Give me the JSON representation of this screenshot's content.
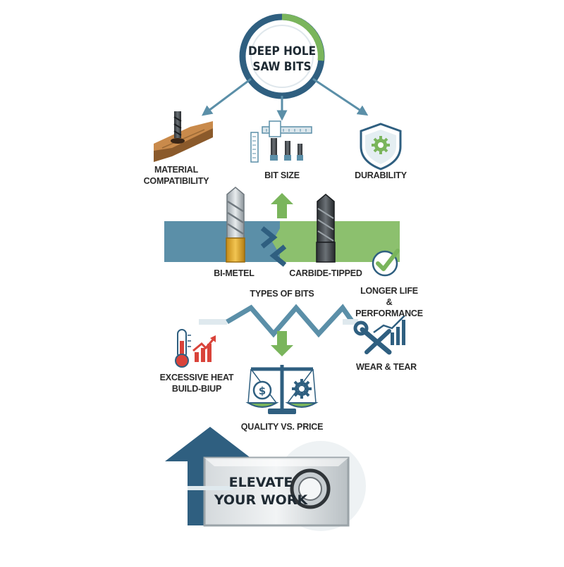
{
  "title": "DEEP HOLE\nSAW BITS",
  "factors": {
    "material": "MATERIAL\nCOMPATIBILITY",
    "size": "BIT SIZE",
    "durability": "DURABILITY"
  },
  "bit_types": {
    "bimetal": "BI-METEL",
    "carbide": "CARBIDE-TIPPED",
    "heading": "TYPES OF BITS"
  },
  "outcomes": {
    "longer_life": "LONGER LIFE\n& PERFORMANCE",
    "heat": "EXCESSIVE HEAT\nBUILD-BIUP",
    "wear": "WEAR & TEAR",
    "quality_price": "QUALITY VS. PRICE"
  },
  "cta": "ELEVATE\nYOUR WORK",
  "colors": {
    "steel_blue": "#5b8fa8",
    "dark_blue": "#2f5f80",
    "green": "#7ab55c",
    "red": "#d9433a",
    "gold": "#d9a32a"
  }
}
